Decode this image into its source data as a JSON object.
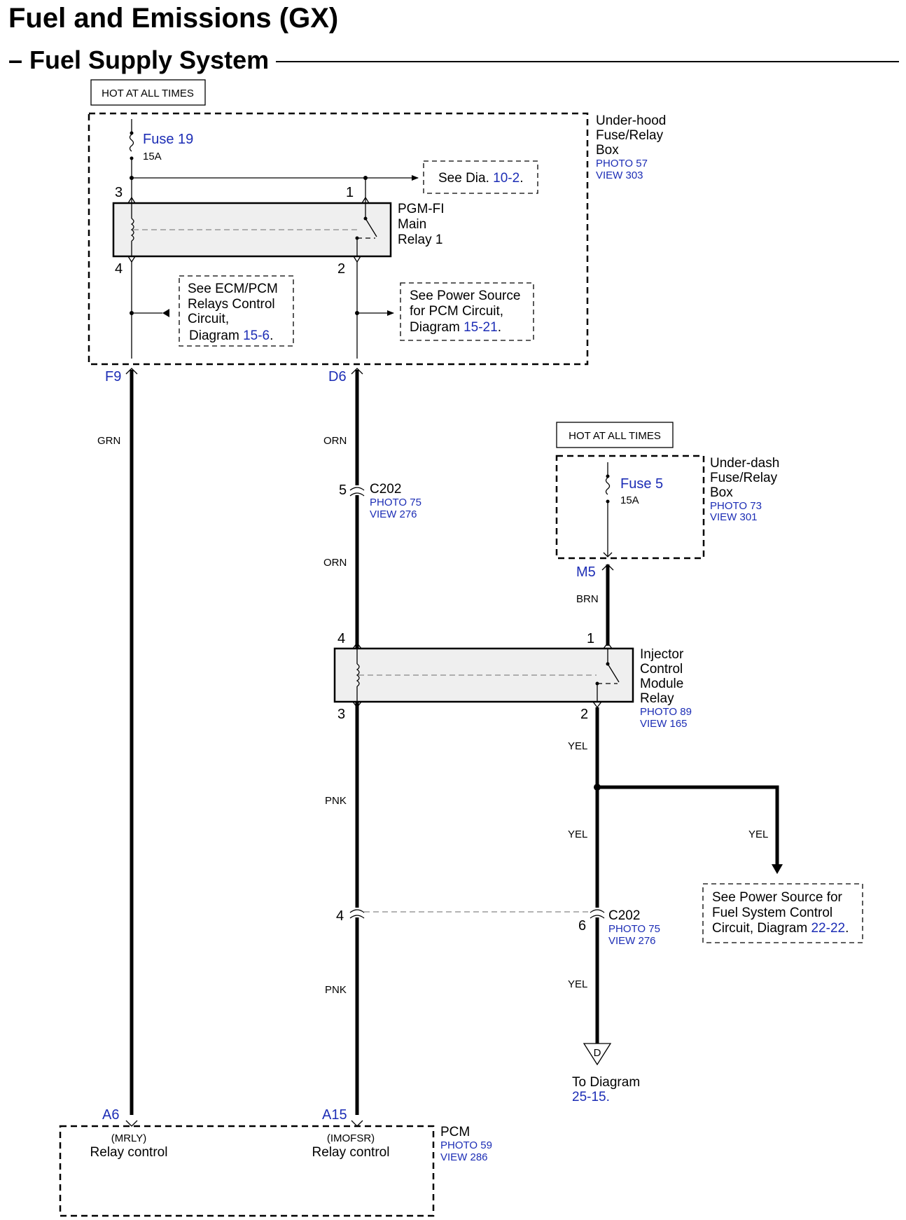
{
  "header": {
    "title": "Fuel and Emissions (GX)",
    "section": "– Fuel Supply System"
  },
  "colors": {
    "text_link": "#1c2db5",
    "box_fill": "#efefef",
    "wire": "#000000"
  },
  "underhood": {
    "hot_label": "HOT AT ALL TIMES",
    "name_lines": [
      "Under-hood",
      "Fuse/Relay",
      "Box"
    ],
    "photo": "PHOTO 57",
    "view": "VIEW 303",
    "fuse_label": "Fuse 19",
    "fuse_rating": "15A",
    "relay_lines": [
      "PGM-FI",
      "Main",
      "Relay 1"
    ],
    "pins": {
      "p3": "3",
      "p1": "1",
      "p4": "4",
      "p2": "2"
    },
    "see_dia_prefix": "See Dia.",
    "see_dia_link": "10-2",
    "see_ecm": {
      "line1": "See ECM/PCM",
      "line2": "Relays Control",
      "line3": "Circuit,",
      "line4_prefix": "Diagram",
      "link": "15-6"
    },
    "see_power": {
      "line1": "See Power Source",
      "line2": "for PCM Circuit,",
      "line3_prefix": "Diagram",
      "link": "15-21"
    },
    "terminal_left": "F9",
    "terminal_right": "D6"
  },
  "wires": {
    "grn": "GRN",
    "orn_top": "ORN",
    "orn_bottom": "ORN",
    "brn": "BRN",
    "pnk_top": "PNK",
    "pnk_bottom": "PNK",
    "yel_1": "YEL",
    "yel_2": "YEL",
    "yel_branch": "YEL",
    "yel_bottom": "YEL"
  },
  "c202_top": {
    "pin": "5",
    "name": "C202",
    "photo": "PHOTO 75",
    "view": "VIEW 276"
  },
  "c202_bottom": {
    "pin_left": "4",
    "pin_right": "6",
    "name": "C202",
    "photo": "PHOTO 75",
    "view": "VIEW 276"
  },
  "underdash": {
    "hot_label": "HOT AT ALL TIMES",
    "name_lines": [
      "Under-dash",
      "Fuse/Relay",
      "Box"
    ],
    "photo": "PHOTO 73",
    "view": "VIEW 301",
    "fuse_label": "Fuse 5",
    "fuse_rating": "15A",
    "terminal": "M5"
  },
  "injector_relay": {
    "name_lines": [
      "Injector",
      "Control",
      "Module",
      "Relay"
    ],
    "photo": "PHOTO 89",
    "view": "VIEW 165",
    "pins": {
      "p4": "4",
      "p1": "1",
      "p3": "3",
      "p2": "2"
    }
  },
  "see_fuel_system": {
    "line1": "See Power Source for",
    "line2": "Fuel System Control",
    "line3_prefix": "Circuit, Diagram",
    "link": "22-22"
  },
  "to_diagram": {
    "symbol": "D",
    "line1": "To Diagram",
    "link": "25-15"
  },
  "pcm": {
    "name": "PCM",
    "photo": "PHOTO 59",
    "view": "VIEW 286",
    "terminal_left": "A6",
    "terminal_right": "A15",
    "left_signal": "(MRLY)",
    "left_label": "Relay control",
    "right_signal": "(IMOFSR)",
    "right_label": "Relay control"
  }
}
